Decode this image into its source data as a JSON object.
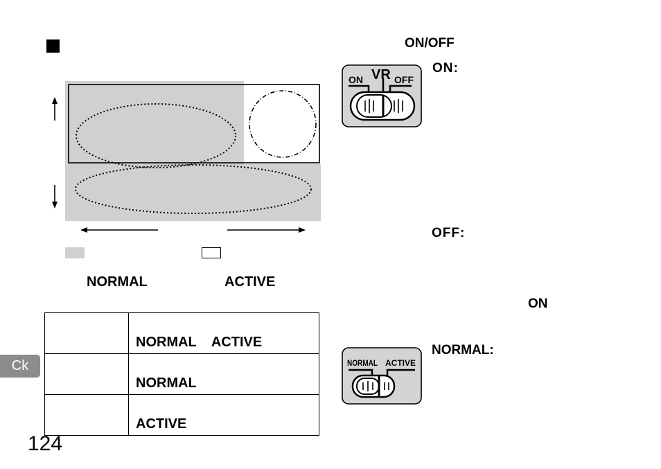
{
  "section_marker_icon": "black-square-icon",
  "diagram": {
    "up_arrow_icon": "arrow-up-icon",
    "down_arrow_icon": "arrow-down-icon",
    "left_arrow_icon": "arrow-left-icon",
    "right_arrow_icon": "arrow-right-icon"
  },
  "legend": {
    "normal_label": "NORMAL",
    "active_label": "ACTIVE"
  },
  "table": {
    "rows": [
      {
        "label": "",
        "value": "NORMAL    ACTIVE"
      },
      {
        "label": "",
        "value": "NORMAL"
      },
      {
        "label": "",
        "value": "ACTIVE"
      }
    ]
  },
  "right": {
    "onoff_heading": "ON/OFF",
    "on_label": "ON:",
    "off_label": "OFF:",
    "on_ref": "ON",
    "normal_label": "NORMAL:",
    "vr_switch": {
      "title": "VR",
      "on": "ON",
      "off": "OFF"
    },
    "mode_switch": {
      "normal": "NORMAL",
      "active": "ACTIVE"
    }
  },
  "side_tab": "Ck",
  "page_number": "124",
  "colors": {
    "gray_fill": "#d0d0d0",
    "tab_gray": "#8c8c8c"
  }
}
